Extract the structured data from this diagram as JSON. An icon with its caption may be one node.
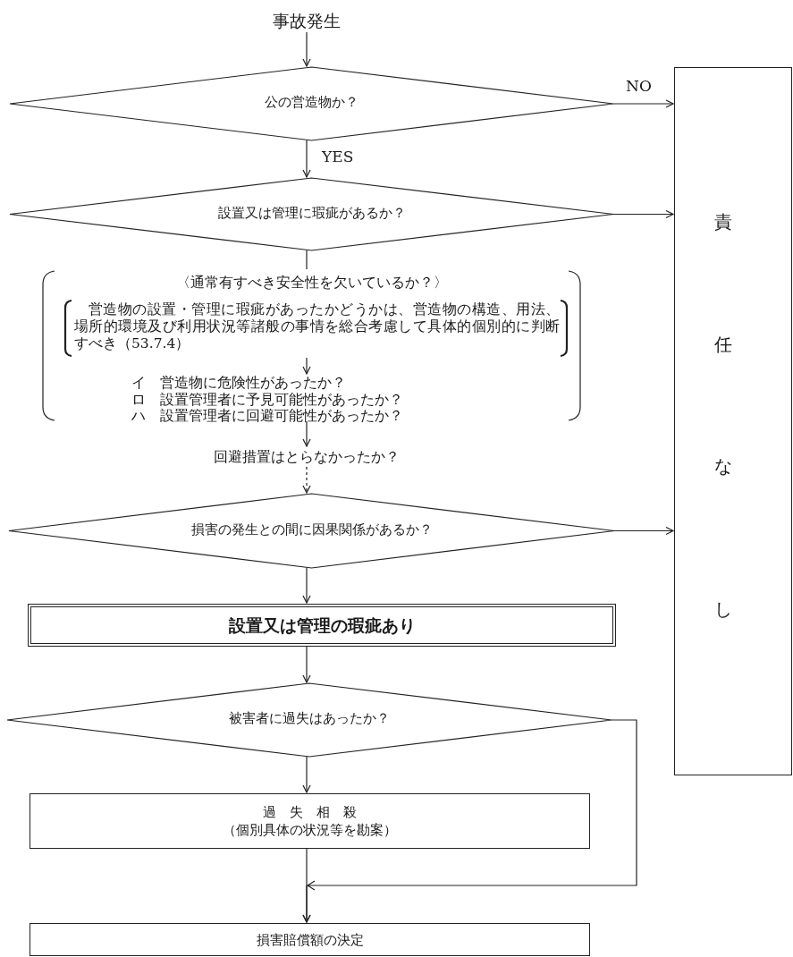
{
  "diagram": {
    "nodes": [
      {
        "text": [
          "事故発生"
        ]
      },
      {
        "text": [
          "公の営造物か？"
        ]
      },
      {
        "text": [
          "設置又は管理に瑕疵があるか？"
        ]
      },
      {
        "text": [
          "〈通常有すべき安全性を欠いているか？〉"
        ]
      },
      {
        "text": [
          "営造物の設置・管理に瑕疵があったかどうかは、営造物の構造、用法、場所的環境及び利用状況等諸般の事情を総合考慮して具体的個別的に判断すべき（53.7.4）"
        ],
        "in": 3
      },
      {
        "text": [
          "イ　営造物に危険性があったか？",
          "ロ　設置管理者に予見可能性があったか？",
          "ハ　設置管理者に回避可能性があったか？"
        ],
        "in": 3
      },
      {
        "text": [
          "回避措置はとらなかったか？"
        ]
      },
      {
        "text": [
          "損害の発生との間に因果関係があるか？"
        ]
      },
      {
        "text": [
          "責任なし"
        ]
      },
      {
        "text": [
          "設置又は管理の瑕疵あり"
        ]
      },
      {
        "text": [
          "被害者に過失はあったか？"
        ]
      },
      {
        "text": [
          "過　失　相　殺",
          "（個別具体の状況等を勘案）"
        ]
      },
      {
        "text": [
          "損害賠償額の決定"
        ]
      }
    ],
    "edges": [
      {
        "from": 0,
        "to": 1,
        "arrow": "to"
      },
      {
        "from": 1,
        "to": 8,
        "arrow": "to",
        "label": "NO"
      },
      {
        "from": 1,
        "to": 2,
        "arrow": "to",
        "label": "YES"
      },
      {
        "from": 2,
        "to": 8,
        "arrow": "to"
      },
      {
        "from": 2,
        "to": 3,
        "arrow": "none"
      },
      {
        "from": 4,
        "to": 5,
        "arrow": "to"
      },
      {
        "from": 3,
        "to": 6,
        "arrow": "to"
      },
      {
        "from": 6,
        "to": 7,
        "arrow": "to",
        "style": "dashed"
      },
      {
        "from": 7,
        "to": 8,
        "arrow": "to"
      },
      {
        "from": 7,
        "to": 9,
        "arrow": "to"
      },
      {
        "from": 9,
        "to": 10,
        "arrow": "to"
      },
      {
        "from": 10,
        "to": 11,
        "arrow": "to"
      },
      {
        "from": 11,
        "to": 12,
        "arrow": "to"
      },
      {
        "from": 10,
        "to": 12,
        "arrow": "to"
      }
    ]
  }
}
